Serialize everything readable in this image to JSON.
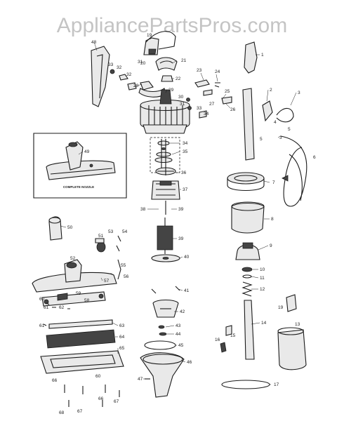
{
  "watermark": "AppliancePartsPros.com",
  "inset_caption": "COMPLETE NOZZLE",
  "part_numbers": [
    "1",
    "2",
    "3",
    "3",
    "4",
    "5",
    "5",
    "6",
    "7",
    "8",
    "9",
    "10",
    "11",
    "12",
    "13",
    "14",
    "15",
    "16",
    "17",
    "19",
    "20",
    "21",
    "22",
    "23",
    "24",
    "25",
    "26",
    "27",
    "28",
    "29",
    "30",
    "31",
    "31",
    "32",
    "32",
    "33",
    "33",
    "34",
    "34",
    "35",
    "36",
    "37",
    "38",
    "39",
    "39",
    "40",
    "41",
    "42",
    "43",
    "44",
    "45",
    "46",
    "47",
    "48",
    "49",
    "50",
    "51",
    "52",
    "53",
    "54",
    "55",
    "56",
    "57",
    "58",
    "59",
    "60",
    "60",
    "61",
    "61",
    "62",
    "63",
    "64",
    "65",
    "66",
    "66",
    "67",
    "67",
    "68"
  ]
}
